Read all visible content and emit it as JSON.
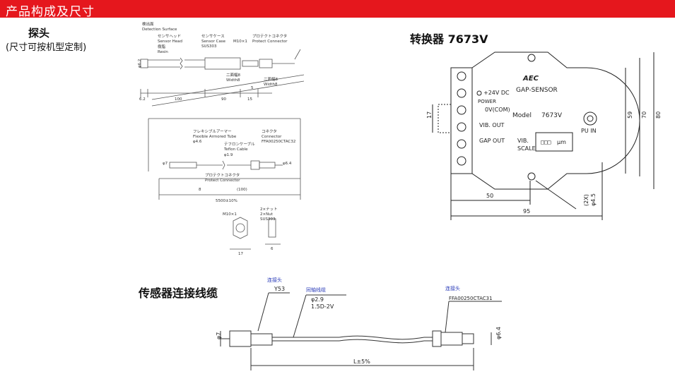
{
  "banner": {
    "title": "产品构成及尺寸"
  },
  "probe": {
    "title": "探头",
    "subtitle": "(尺寸可按机型定制)",
    "jp": {
      "detection_surface_jp": "検出面",
      "detection_surface": "Detection Surface",
      "sensor_head_jp": "センサヘッド",
      "sensor_head": "Sensor Head",
      "resin_jp": "樹脂",
      "resin": "Resin",
      "sensor_case_jp": "センサケース",
      "sensor_case": "Sensor Case",
      "sensor_case_mat": "SUS303",
      "thread": "M10×1",
      "protect_conn_jp": "プロテクトコネクタ",
      "protect_conn": "Protect Connector",
      "width8_jp": "二面幅8",
      "width8": "Width8",
      "width8_b_jp": "二面幅8",
      "width8_b": "Width8",
      "dia": "φ6.2",
      "dim_62": "6.2",
      "dim_100": "100",
      "dim_90": "90",
      "dim_15": "15",
      "dim_5": "5",
      "flex_jp": "フレキシブルアーマー",
      "flex": "Flexible Armored Tube",
      "flex_dia": "φ4.6",
      "teflon_jp": "テフロンケーブル",
      "teflon": "Teflon Cable",
      "teflon_dia": "φ1.9",
      "conn_jp": "コネクタ",
      "conn": "Connector",
      "conn_model": "FFA00250CTAC32",
      "dia_64": "φ6.4",
      "dia_7": "φ7",
      "protect_conn2_jp": "プロテクトコネクタ",
      "protect_conn2": "Protect Connector",
      "len_100": "(100)",
      "len_8": "8",
      "total_len": "5500±10%",
      "nut_thread": "M10×1",
      "nut_jp": "2×ナット",
      "nut": "2×Nut",
      "nut_mat": "SUS303",
      "nut_17": "17",
      "nut_6": "6"
    }
  },
  "converter": {
    "title": "转换器 7673V",
    "brand": "AEC",
    "name": "GAP-SENSOR",
    "model_label": "Model",
    "model": "7673V",
    "plus24": "+24V DC",
    "power": "POWER",
    "com": "0V(COM)",
    "vib_out": "VIB. OUT",
    "gap_out": "GAP OUT",
    "vib_scale_1": "VIB.",
    "vib_scale_2": "SCALE",
    "unit": "μm",
    "pu_in": "PU IN",
    "dim_17": "17",
    "dim_59": "59",
    "dim_70": "70",
    "dim_80": "80",
    "dim_50": "50",
    "dim_95": "95",
    "hole_count": "(2X)",
    "hole_dia": "φ4.5"
  },
  "cable": {
    "title": "传感器连接线缆",
    "left_conn_label": "连接头",
    "left_conn_model": "Y53",
    "coax_label": "同轴线缆",
    "coax_dia": "φ2.9",
    "coax_model": "1.5D-2V",
    "right_conn_label": "连接头",
    "right_conn_model": "FFA00250CTAC31",
    "dia_left": "φ7",
    "dia_right": "φ6.4",
    "length": "L±5%"
  },
  "colors": {
    "banner": "#e5171d",
    "label_blue": "#2a3bb8",
    "line": "#333333"
  }
}
